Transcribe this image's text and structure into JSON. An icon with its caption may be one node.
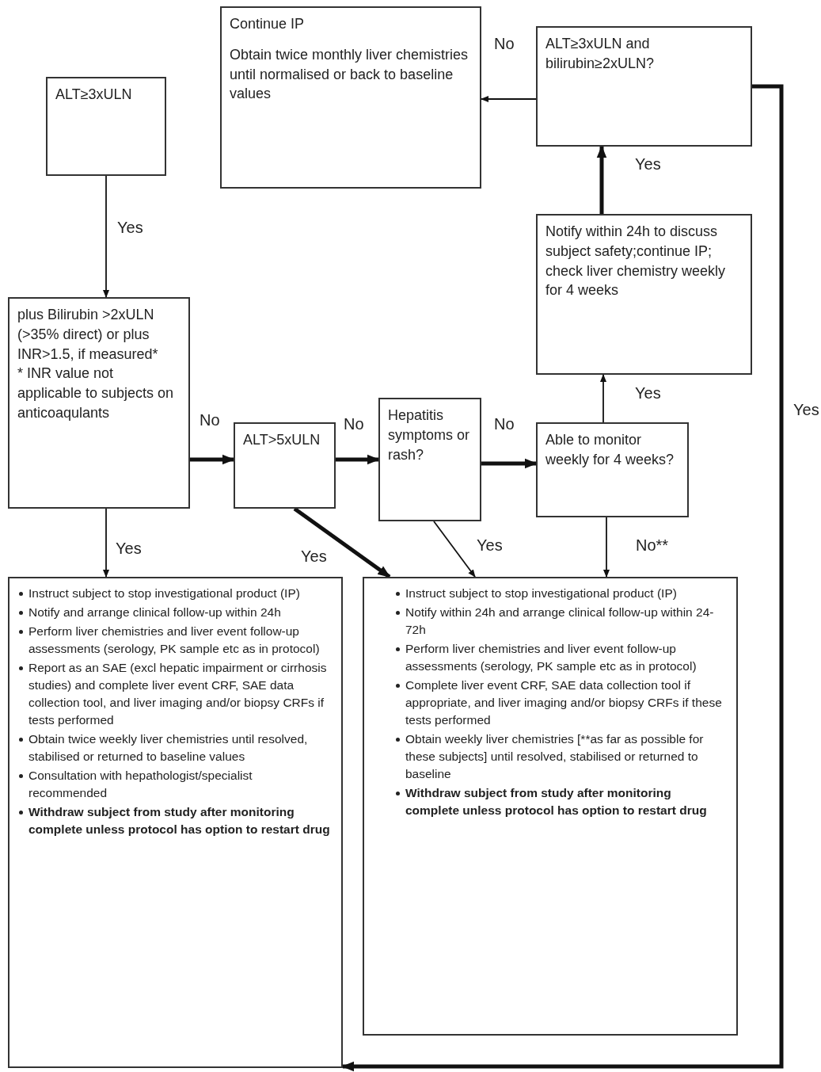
{
  "diagram": {
    "nodes": [
      {
        "text": [
          "Continue IP",
          "Obtain twice monthly liver chemistries until normalised or back to baseline values"
        ]
      },
      {
        "text": [
          "ALT≥3xULN"
        ]
      },
      {
        "text": [
          "ALT≥3xULN and bilirubin≥2xULN?"
        ]
      },
      {
        "text": [
          "Notify within 24h to discuss subject safety;continue IP; check liver chemistry weekly for 4 weeks"
        ]
      },
      {
        "text": [
          "plus Bilirubin >2xULN (>35% direct) or plus INR>1.5, if measured*",
          "* INR value not applicable to subjects on anticoaqulants"
        ]
      },
      {
        "text": [
          "ALT>5xULN"
        ]
      },
      {
        "text": [
          "Hepatitis symptoms or rash?"
        ]
      },
      {
        "text": [
          "Able to monitor weekly for 4 weeks?"
        ]
      },
      {
        "text": [
          "Instruct subject to stop investigational product (IP)",
          "Notify and arrange clinical follow-up within 24h",
          "Perform liver chemistries and liver event follow-up assessments (serology, PK sample etc as in protocol)",
          "Report as an SAE (excl hepatic impairment or cirrhosis studies) and complete liver event CRF, SAE data collection tool, and liver imaging and/or biopsy CRFs if tests performed",
          "Obtain twice weekly liver chemistries until resolved, stabilised or returned to baseline values",
          "Consultation with hepathologist/specialist recommended",
          "**Withdraw subject from study after monitoring complete unless protocol has option to restart drug**"
        ]
      },
      {
        "text": [
          "Instruct subject to stop investigational product (IP)",
          "Notify within 24h and arrange clinical follow-up within 24-72h",
          "Perform liver chemistries and liver event follow-up assessments (serology, PK sample etc as in protocol)",
          "Complete liver event CRF, SAE data collection tool if appropriate, and liver imaging and/or biopsy CRFs if these tests performed",
          "Obtain weekly liver chemistries [**as far as possible for these subjects] until resolved, stabilised or returned to baseline",
          "**Withdraw subject from study after monitoring complete unless protocol has option to restart drug**"
        ]
      }
    ],
    "edges": [
      {
        "from": 1,
        "to": 4,
        "arrow": "to",
        "label": "Yes"
      },
      {
        "from": 4,
        "to": 5,
        "arrow": "to",
        "label": "No",
        "style": "thick"
      },
      {
        "from": 5,
        "to": 6,
        "arrow": "to",
        "label": "No",
        "style": "thick"
      },
      {
        "from": 6,
        "to": 7,
        "arrow": "to",
        "label": "No",
        "style": "thick"
      },
      {
        "from": 7,
        "to": 3,
        "arrow": "to",
        "label": "Yes"
      },
      {
        "from": 3,
        "to": 2,
        "arrow": "to",
        "label": "Yes",
        "style": "thick"
      },
      {
        "from": 2,
        "to": 0,
        "arrow": "to",
        "label": "No"
      },
      {
        "from": 2,
        "to": 8,
        "arrow": "to",
        "label": "Yes",
        "style": "thick"
      },
      {
        "from": 4,
        "to": 8,
        "arrow": "to",
        "label": "Yes"
      },
      {
        "from": 5,
        "to": 9,
        "arrow": "to",
        "label": "Yes",
        "style": "thick"
      },
      {
        "from": 6,
        "to": 9,
        "arrow": "to",
        "label": "Yes"
      },
      {
        "from": 7,
        "to": 9,
        "arrow": "to",
        "label": "No**"
      }
    ]
  }
}
